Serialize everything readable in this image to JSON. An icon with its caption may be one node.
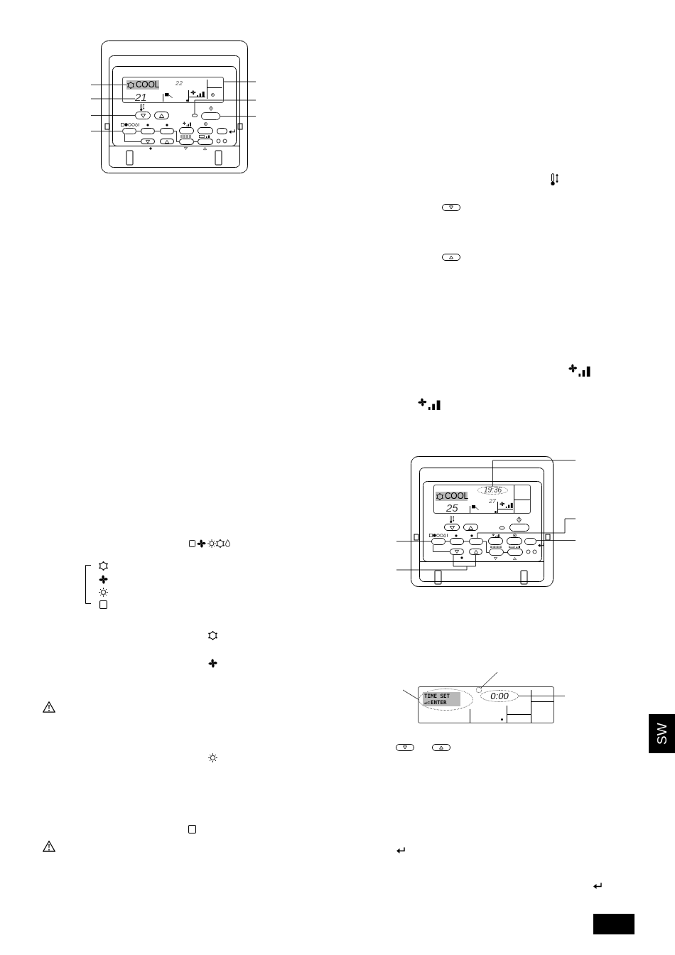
{
  "diagram": {
    "nodes": [
      {
        "text": [],
        "shape": "box"
      },
      {
        "text": [
          "COOL"
        ],
        "in": 0
      },
      {
        "text": [
          "21"
        ],
        "in": 0
      },
      {
        "text": [],
        "shape": "circle"
      },
      {
        "text": [],
        "shape": "button"
      },
      {
        "text": [],
        "shape": "button"
      },
      {
        "text": [],
        "shape": "button"
      },
      {
        "text": [],
        "shape": "box"
      },
      {
        "text": [
          "COOL"
        ],
        "in": 7
      },
      {
        "text": [
          "19:36"
        ],
        "in": 7
      },
      {
        "text": [],
        "shape": "button"
      },
      {
        "text": [],
        "shape": "button"
      },
      {
        "text": [],
        "shape": "button"
      },
      {
        "text": [],
        "shape": "button"
      },
      {
        "text": [],
        "shape": "button"
      },
      {
        "text": [],
        "shape": "button"
      },
      {
        "text": [],
        "shape": "box"
      },
      {
        "text": [
          "TIME SET",
          "↵:ENTER"
        ],
        "in": 16
      },
      {
        "text": [],
        "shape": "circle",
        "in": 16
      },
      {
        "text": [
          "0:00"
        ],
        "in": 16
      }
    ],
    "edges": [
      {
        "from": null,
        "to": 1,
        "arrow": "none"
      },
      {
        "from": null,
        "to": 2,
        "arrow": "none"
      },
      {
        "from": null,
        "to": 4,
        "arrow": "none"
      },
      {
        "from": null,
        "to": 6,
        "arrow": "none"
      },
      {
        "from": null,
        "to": 0,
        "arrow": "none"
      },
      {
        "from": null,
        "to": 3,
        "arrow": "none"
      },
      {
        "from": null,
        "to": 5,
        "arrow": "none"
      },
      {
        "from": null,
        "to": 9,
        "arrow": "none"
      },
      {
        "from": null,
        "to": 11,
        "arrow": "none"
      },
      {
        "from": null,
        "to": 12,
        "arrow": "none"
      },
      {
        "from": null,
        "to": 10,
        "arrow": "none"
      },
      {
        "from": null,
        "to": 13,
        "arrow": "none"
      },
      {
        "from": null,
        "to": 14,
        "arrow": "none"
      },
      {
        "from": null,
        "to": 17,
        "arrow": "none"
      },
      {
        "from": null,
        "to": 18,
        "arrow": "none"
      },
      {
        "from": null,
        "to": 19,
        "arrow": "none"
      },
      {
        "from": 10,
        "to": 13,
        "arrow": "none"
      },
      {
        "from": 11,
        "to": 15,
        "arrow": "none"
      }
    ],
    "labels": [
      "22",
      "25",
      "27",
      "SW"
    ]
  }
}
